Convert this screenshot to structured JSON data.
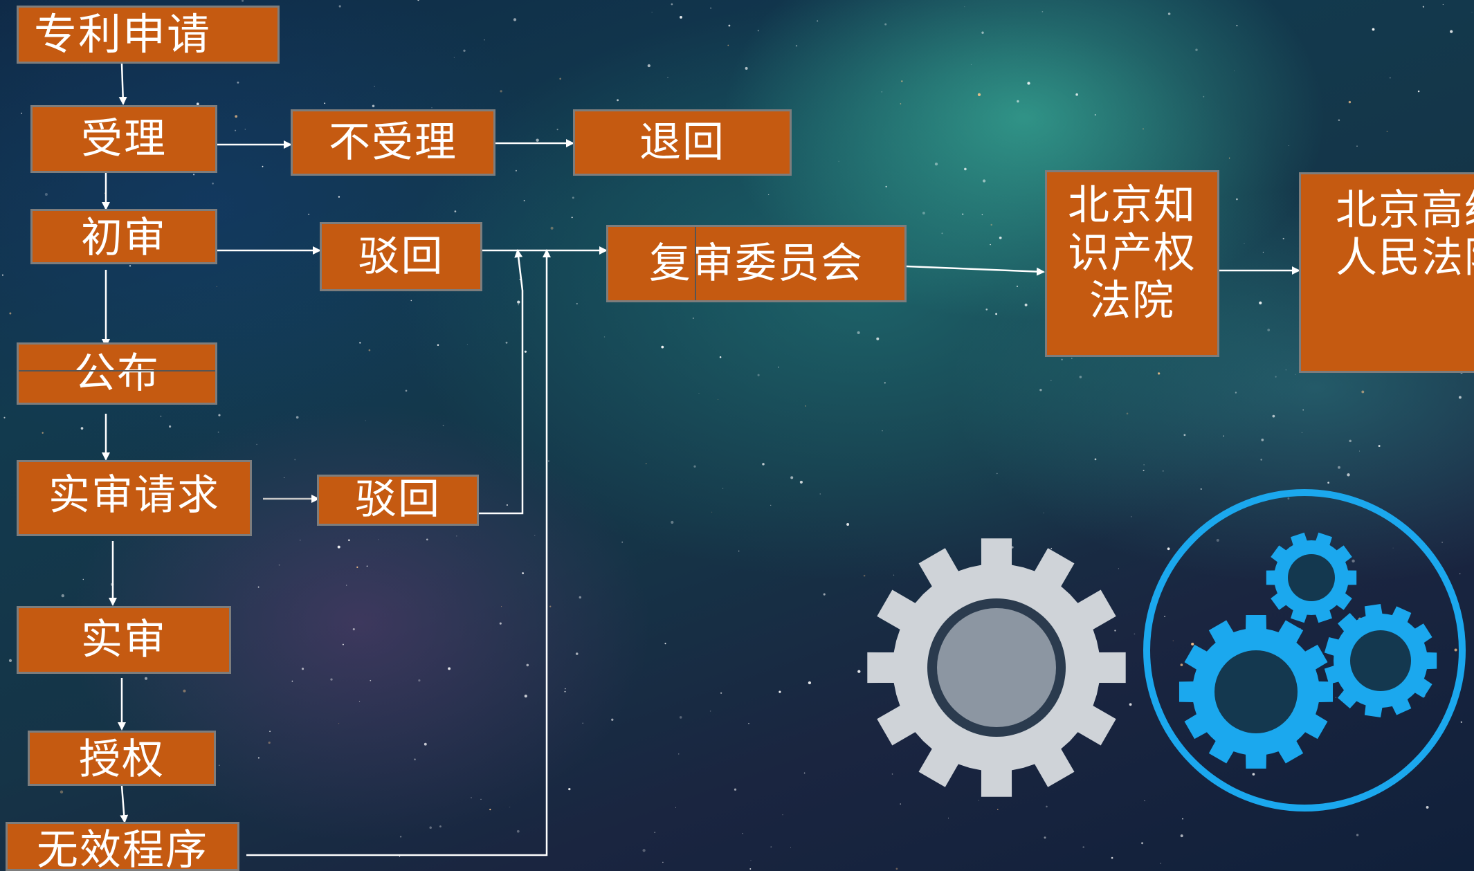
{
  "diagram": {
    "nodes": {
      "patent_application": "专利申请",
      "acceptance": "受理",
      "non_acceptance": "不受理",
      "return": "退回",
      "preliminary_exam": "初审",
      "rejection_1": "驳回",
      "reexamination_board": "复审委员会",
      "beijing_ip_court": "北京知\n识产权\n法院",
      "beijing_high_court": "北京高级\n人民法院",
      "publication": "公布",
      "substantive_exam_request": "实审请求",
      "rejection_2": "驳回",
      "substantive_exam": "实审",
      "grant": "授权",
      "invalidation_procedure": "无效程序"
    }
  },
  "colors": {
    "node_fill": "#c55a11",
    "node_border": "#7d7d7d",
    "node_text": "#ffffff",
    "connector": "#ffffff",
    "gear_gray": "#cfd3d8",
    "gear_blue": "#1ba8ee"
  },
  "icons": {
    "gray_gear": "gear-icon",
    "blue_gears": "gears-circle-icon"
  }
}
